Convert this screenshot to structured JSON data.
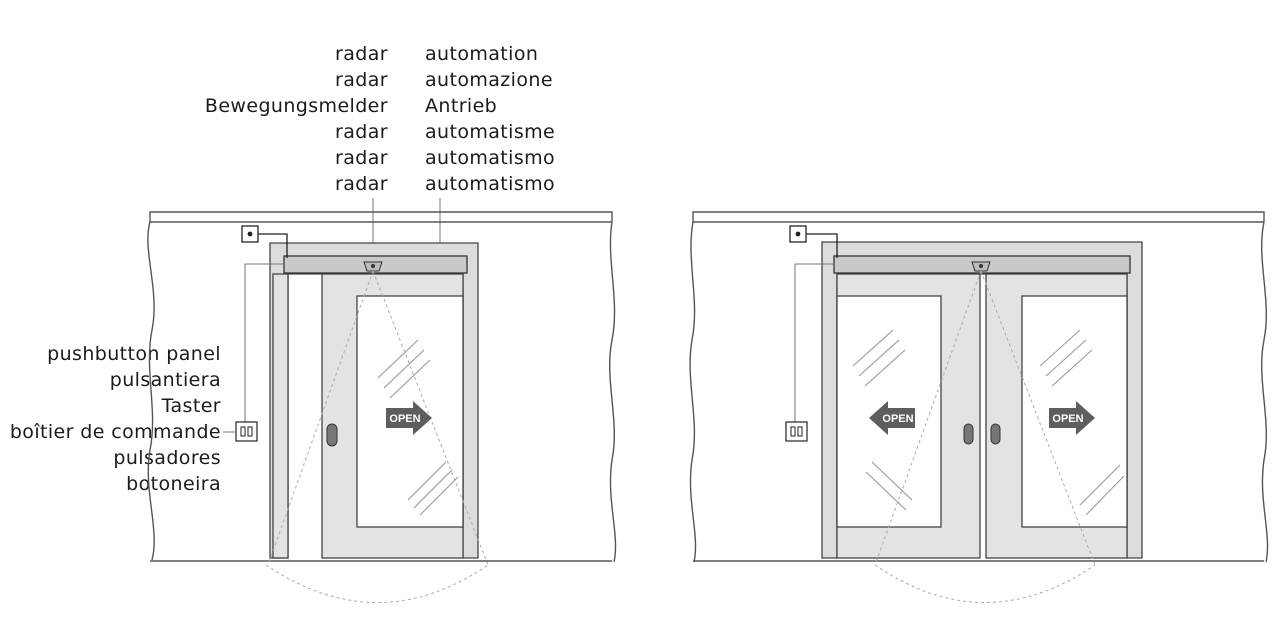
{
  "radar_labels": [
    "radar",
    "radar",
    "Bewegungsmelder",
    "radar",
    "radar",
    "radar"
  ],
  "automation_labels": [
    "automation",
    "automazione",
    "Antrieb",
    "automatisme",
    "automatismo",
    "automatismo"
  ],
  "pushbutton_labels": [
    "pushbutton panel",
    "pulsantiera",
    "Taster",
    "boîtier de commande",
    "pulsadores",
    "botoneira"
  ],
  "open_sign": "OPEN"
}
